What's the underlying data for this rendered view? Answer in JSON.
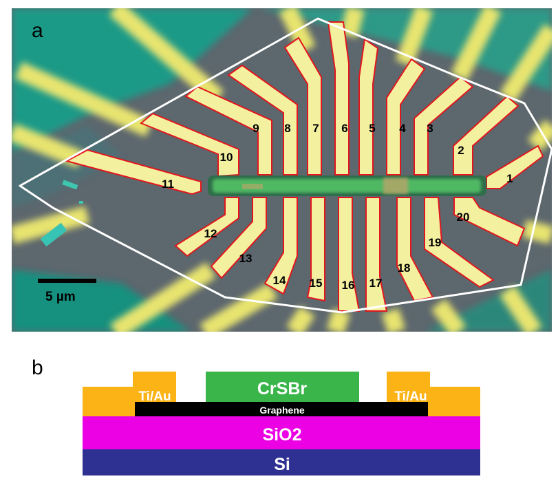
{
  "panel_a": {
    "label": "a",
    "scale_bar": "5 µm",
    "electrode_labels": [
      "1",
      "2",
      "3",
      "4",
      "5",
      "6",
      "7",
      "8",
      "9",
      "10",
      "11",
      "12",
      "13",
      "14",
      "15",
      "16",
      "17",
      "18",
      "19",
      "20"
    ]
  },
  "panel_b": {
    "label": "b",
    "layers": {
      "si": "Si",
      "sio2": "SiO2",
      "graphene": "Graphene",
      "crsbr": "CrSBr",
      "contact_left": "Ti/Au",
      "contact_right": "Ti/Au"
    }
  },
  "colors": {
    "si": "#2e3192",
    "sio2": "#ec00e4",
    "graphene": "#000000",
    "crsbr": "#3ab54a",
    "tiau": "#fbb316",
    "electrode_fill": "#f4f2a6",
    "electrode_outline": "#e0141c",
    "substrate": "#5f6a70",
    "cyan_region": "#1f9c8a"
  }
}
